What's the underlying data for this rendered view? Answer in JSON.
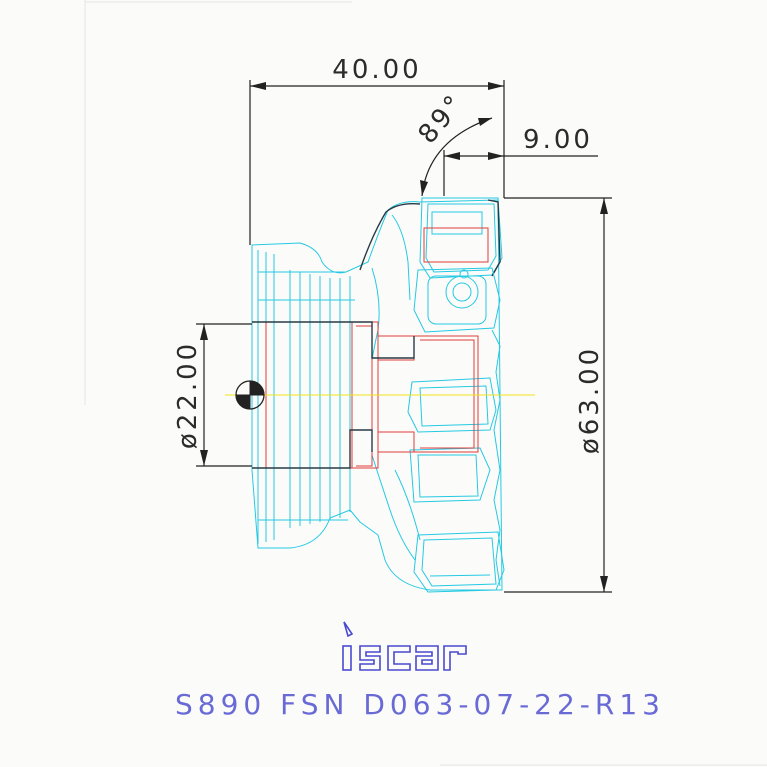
{
  "dimensions": {
    "length": "40.00",
    "angle": "89°",
    "insert_offset": "9.00",
    "bore_diameter": "ø22.00",
    "cutter_diameter": "ø63.00"
  },
  "brand": "iscar",
  "part_number": "S890 FSN D063-07-22-R13",
  "colors": {
    "outline": "#25c9e3",
    "section": "#e23b3b",
    "centerline": "#f2e21b",
    "dimension": "#222222",
    "brand": "#4a4ad0",
    "caption": "#6a6ad6"
  }
}
